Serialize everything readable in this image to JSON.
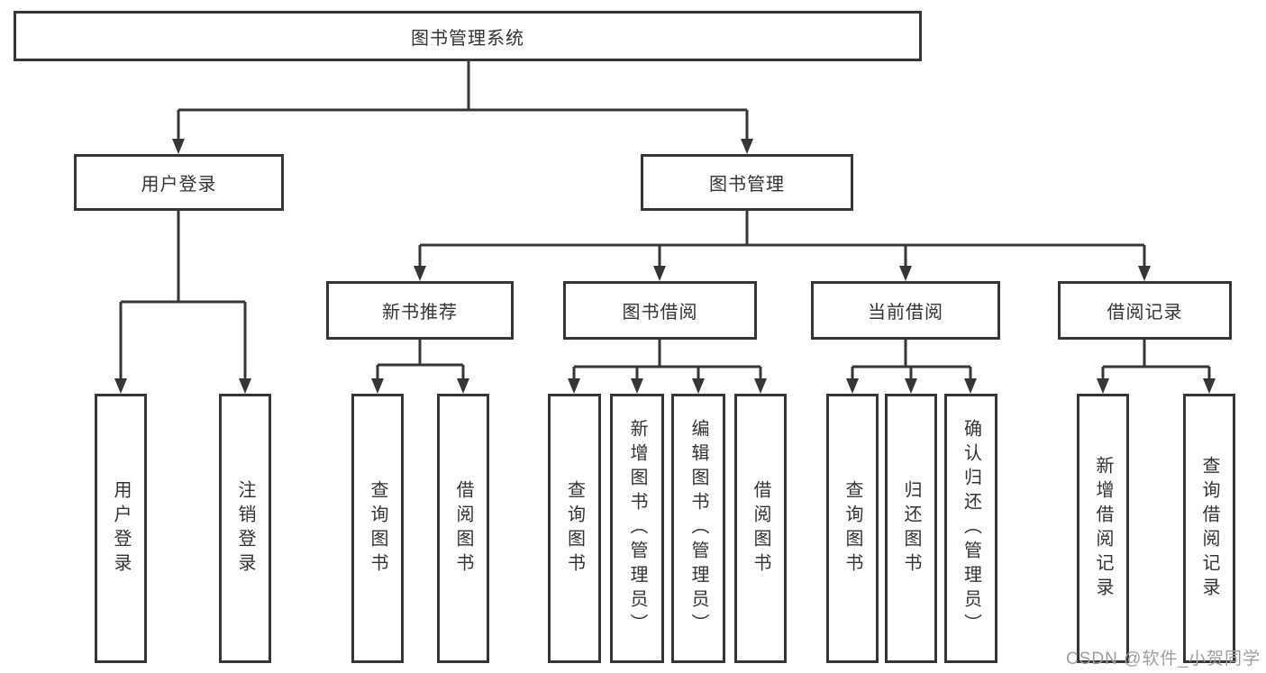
{
  "diagram": {
    "tree": {
      "label": "图书管理系统",
      "children": [
        {
          "label": "用户登录",
          "children": [
            {
              "label": "用户登录"
            },
            {
              "label": "注销登录"
            }
          ]
        },
        {
          "label": "图书管理",
          "children": [
            {
              "label": "新书推荐",
              "children": [
                {
                  "label": "查询图书"
                },
                {
                  "label": "借阅图书"
                }
              ]
            },
            {
              "label": "图书借阅",
              "children": [
                {
                  "label": "查询图书"
                },
                {
                  "label": "新增图书（管理员）"
                },
                {
                  "label": "编辑图书（管理员）"
                },
                {
                  "label": "借阅图书"
                }
              ]
            },
            {
              "label": "当前借阅",
              "children": [
                {
                  "label": "查询图书"
                },
                {
                  "label": "归还图书"
                },
                {
                  "label": "确认归还（管理员）"
                }
              ]
            },
            {
              "label": "借阅记录",
              "children": [
                {
                  "label": "新增借阅记录"
                },
                {
                  "label": "查询借阅记录"
                }
              ]
            }
          ]
        }
      ]
    },
    "colors": {
      "line": "#363636",
      "text": "#333333",
      "box_background": "#ffffff",
      "page_background": "#ffffff",
      "watermark": "#9e9e9e"
    }
  },
  "watermark": {
    "text": "CSDN @软件_小贺同学"
  }
}
